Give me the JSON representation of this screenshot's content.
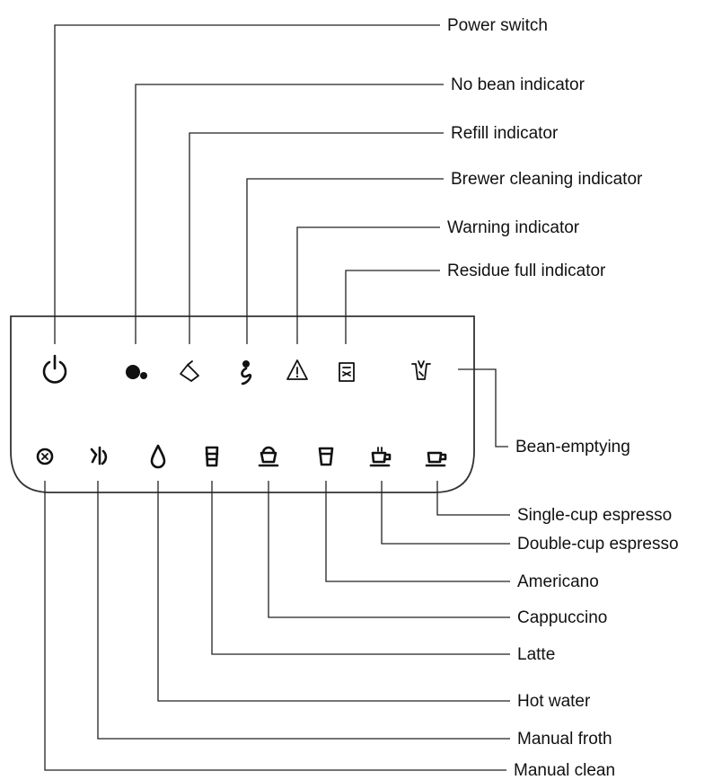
{
  "labels": {
    "power": "Power switch",
    "no_bean": "No bean indicator",
    "refill": "Refill indicator",
    "brewer_cleaning": "Brewer cleaning indicator",
    "warning": "Warning indicator",
    "residue_full": "Residue full indicator",
    "bean_emptying": "Bean-emptying",
    "single_espresso": "Single-cup espresso",
    "double_espresso": "Double-cup espresso",
    "americano": "Americano",
    "cappuccino": "Cappuccino",
    "latte": "Latte",
    "hot_water": "Hot water",
    "manual_froth": "Manual froth",
    "manual_clean": "Manual clean"
  },
  "icons": {
    "power": "power-icon",
    "no_bean": "coffee-bean-icon",
    "refill": "water-tank-icon",
    "brewer_cleaning": "brewer-icon",
    "warning": "warning-triangle-icon",
    "residue_full": "residue-bin-icon",
    "bean_emptying": "bean-hopper-icon",
    "manual_clean": "clean-cycle-icon",
    "manual_froth": "steam-wand-icon",
    "hot_water": "water-drop-icon",
    "latte": "latte-glass-icon",
    "cappuccino": "cappuccino-cup-icon",
    "americano": "americano-cup-icon",
    "double_espresso": "double-espresso-icon",
    "single_espresso": "single-espresso-icon"
  }
}
